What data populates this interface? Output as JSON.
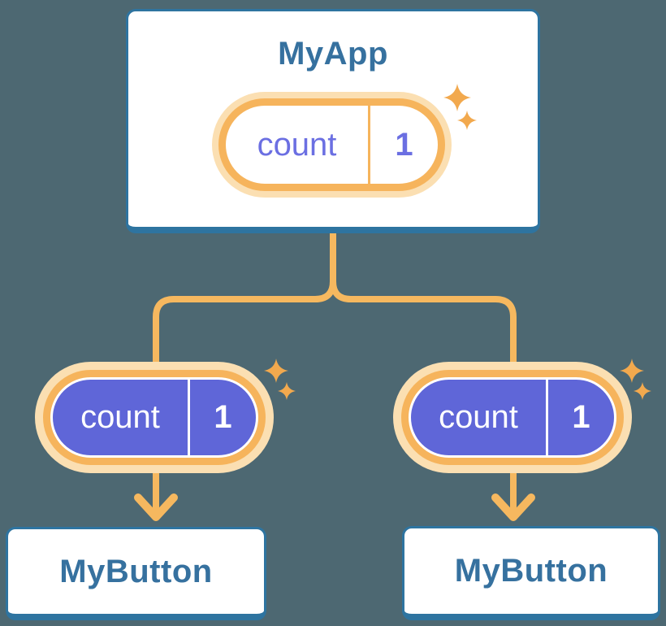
{
  "diagram": {
    "type": "component-tree",
    "root": {
      "title": "MyApp",
      "state": {
        "name": "count",
        "value": "1"
      }
    },
    "children": [
      {
        "title": "MyButton",
        "state": {
          "name": "count",
          "value": "1"
        }
      },
      {
        "title": "MyButton",
        "state": {
          "name": "count",
          "value": "1"
        }
      }
    ],
    "icons": {
      "sparkle": "✦",
      "arrow_down": "↓"
    },
    "colors": {
      "background": "#4D6872",
      "card_background": "#FFFFFF",
      "card_border_blue": "#2E74A0",
      "title_text_blue": "#36719F",
      "state_pill_purple": "#5F66D8",
      "state_text_purple": "#6B6FE2",
      "state_text_white": "#FFFFFF",
      "connector_orange": "#F6B85F",
      "pill_ring_orange": "#F6B45C",
      "pill_glow_orange": "#FBDFB2",
      "sparkle_orange": "#F2A94E"
    }
  }
}
